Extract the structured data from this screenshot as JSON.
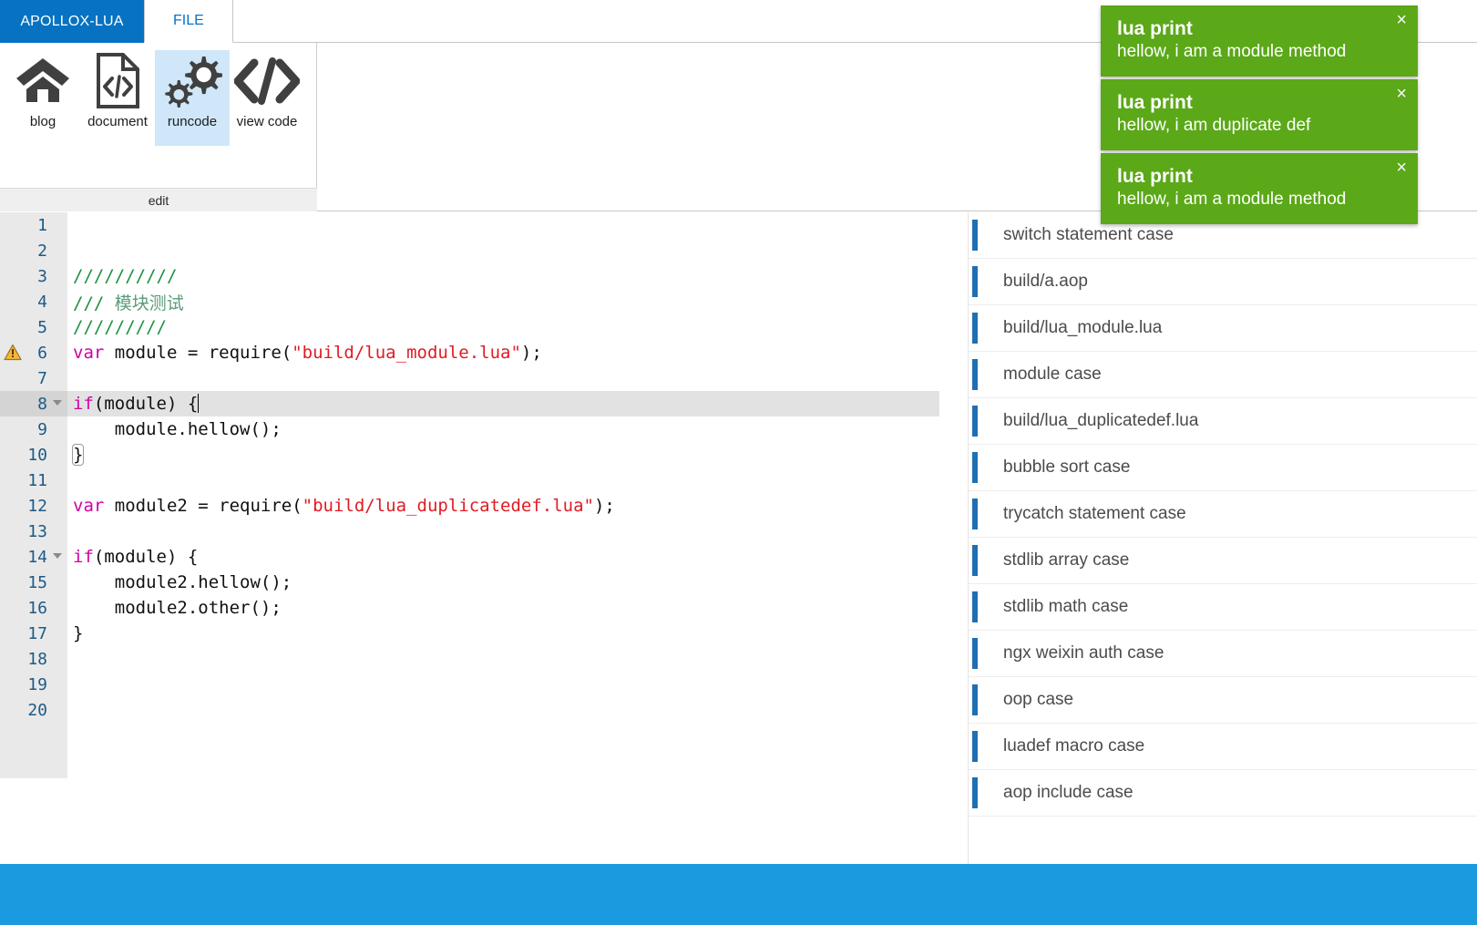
{
  "titlebar": {
    "app_name": "APOLLOX-LUA",
    "tabs": [
      {
        "label": "FILE",
        "active": true
      }
    ]
  },
  "ribbon": {
    "group_label": "edit",
    "buttons": [
      {
        "label": "blog",
        "icon": "home-icon",
        "selected": false
      },
      {
        "label": "document",
        "icon": "document-code-icon",
        "selected": false
      },
      {
        "label": "runcode",
        "icon": "gears-icon",
        "selected": true
      },
      {
        "label": "view code",
        "icon": "angle-brackets-icon",
        "selected": false
      }
    ]
  },
  "editor": {
    "active_line": 8,
    "warning_line": 6,
    "lines": [
      {
        "n": "1",
        "segments": []
      },
      {
        "n": "2",
        "segments": []
      },
      {
        "n": "3",
        "segments": [
          {
            "t": "//////////",
            "c": "c-com"
          }
        ]
      },
      {
        "n": "4",
        "segments": [
          {
            "t": "/// ",
            "c": "c-com"
          },
          {
            "t": "模块测试",
            "c": "c-com-cjk"
          }
        ]
      },
      {
        "n": "5",
        "segments": [
          {
            "t": "/////////",
            "c": "c-com"
          }
        ]
      },
      {
        "n": "6",
        "segments": [
          {
            "t": "var",
            "c": "c-kw"
          },
          {
            "t": " module = require(",
            "c": "c-pl"
          },
          {
            "t": "\"build/lua_module.lua\"",
            "c": "c-str"
          },
          {
            "t": ");",
            "c": "c-pl"
          }
        ]
      },
      {
        "n": "7",
        "segments": []
      },
      {
        "n": "8",
        "segments": [
          {
            "t": "if",
            "c": "c-kw"
          },
          {
            "t": "(module) {",
            "c": "c-pl"
          }
        ],
        "caret": true,
        "fold": true
      },
      {
        "n": "9",
        "segments": [
          {
            "t": "    module.hellow();",
            "c": "c-pl"
          }
        ]
      },
      {
        "n": "10",
        "segments": [
          {
            "t": "}",
            "c": "c-pl",
            "box": true
          }
        ]
      },
      {
        "n": "11",
        "segments": []
      },
      {
        "n": "12",
        "segments": [
          {
            "t": "var",
            "c": "c-kw"
          },
          {
            "t": " module2 = require(",
            "c": "c-pl"
          },
          {
            "t": "\"build/lua_duplicatedef.lua\"",
            "c": "c-str"
          },
          {
            "t": ");",
            "c": "c-pl"
          }
        ]
      },
      {
        "n": "13",
        "segments": []
      },
      {
        "n": "14",
        "segments": [
          {
            "t": "if",
            "c": "c-kw"
          },
          {
            "t": "(module) {",
            "c": "c-pl"
          }
        ],
        "fold": true
      },
      {
        "n": "15",
        "segments": [
          {
            "t": "    module2.hellow();",
            "c": "c-pl"
          }
        ]
      },
      {
        "n": "16",
        "segments": [
          {
            "t": "    module2.other();",
            "c": "c-pl"
          }
        ]
      },
      {
        "n": "17",
        "segments": [
          {
            "t": "}",
            "c": "c-pl"
          }
        ]
      },
      {
        "n": "18",
        "segments": []
      },
      {
        "n": "19",
        "segments": []
      },
      {
        "n": "20",
        "segments": []
      }
    ]
  },
  "list_panel": {
    "items": [
      {
        "label": "switch statement case"
      },
      {
        "label": "build/a.aop"
      },
      {
        "label": "build/lua_module.lua"
      },
      {
        "label": "module case"
      },
      {
        "label": "build/lua_duplicatedef.lua"
      },
      {
        "label": "bubble sort case"
      },
      {
        "label": "trycatch statement case"
      },
      {
        "label": "stdlib array case"
      },
      {
        "label": "stdlib math case"
      },
      {
        "label": "ngx weixin auth case"
      },
      {
        "label": "oop case"
      },
      {
        "label": "luadef macro case"
      },
      {
        "label": "aop include case"
      }
    ]
  },
  "toasts": [
    {
      "title": "lua print",
      "message": "hellow, i am a module method",
      "close": "×"
    },
    {
      "title": "lua print",
      "message": "hellow, i am duplicate def",
      "close": "×"
    },
    {
      "title": "lua print",
      "message": "hellow, i am a module method",
      "close": "×"
    }
  ],
  "colors": {
    "brand_blue": "#0672c1",
    "tab_text_blue": "#0b72c4",
    "toast_green": "#5ba818",
    "bottom_bar_blue": "#1c9ae0",
    "list_marker_blue": "#1f6fb2",
    "ribbon_selected": "#cfe7f8"
  }
}
